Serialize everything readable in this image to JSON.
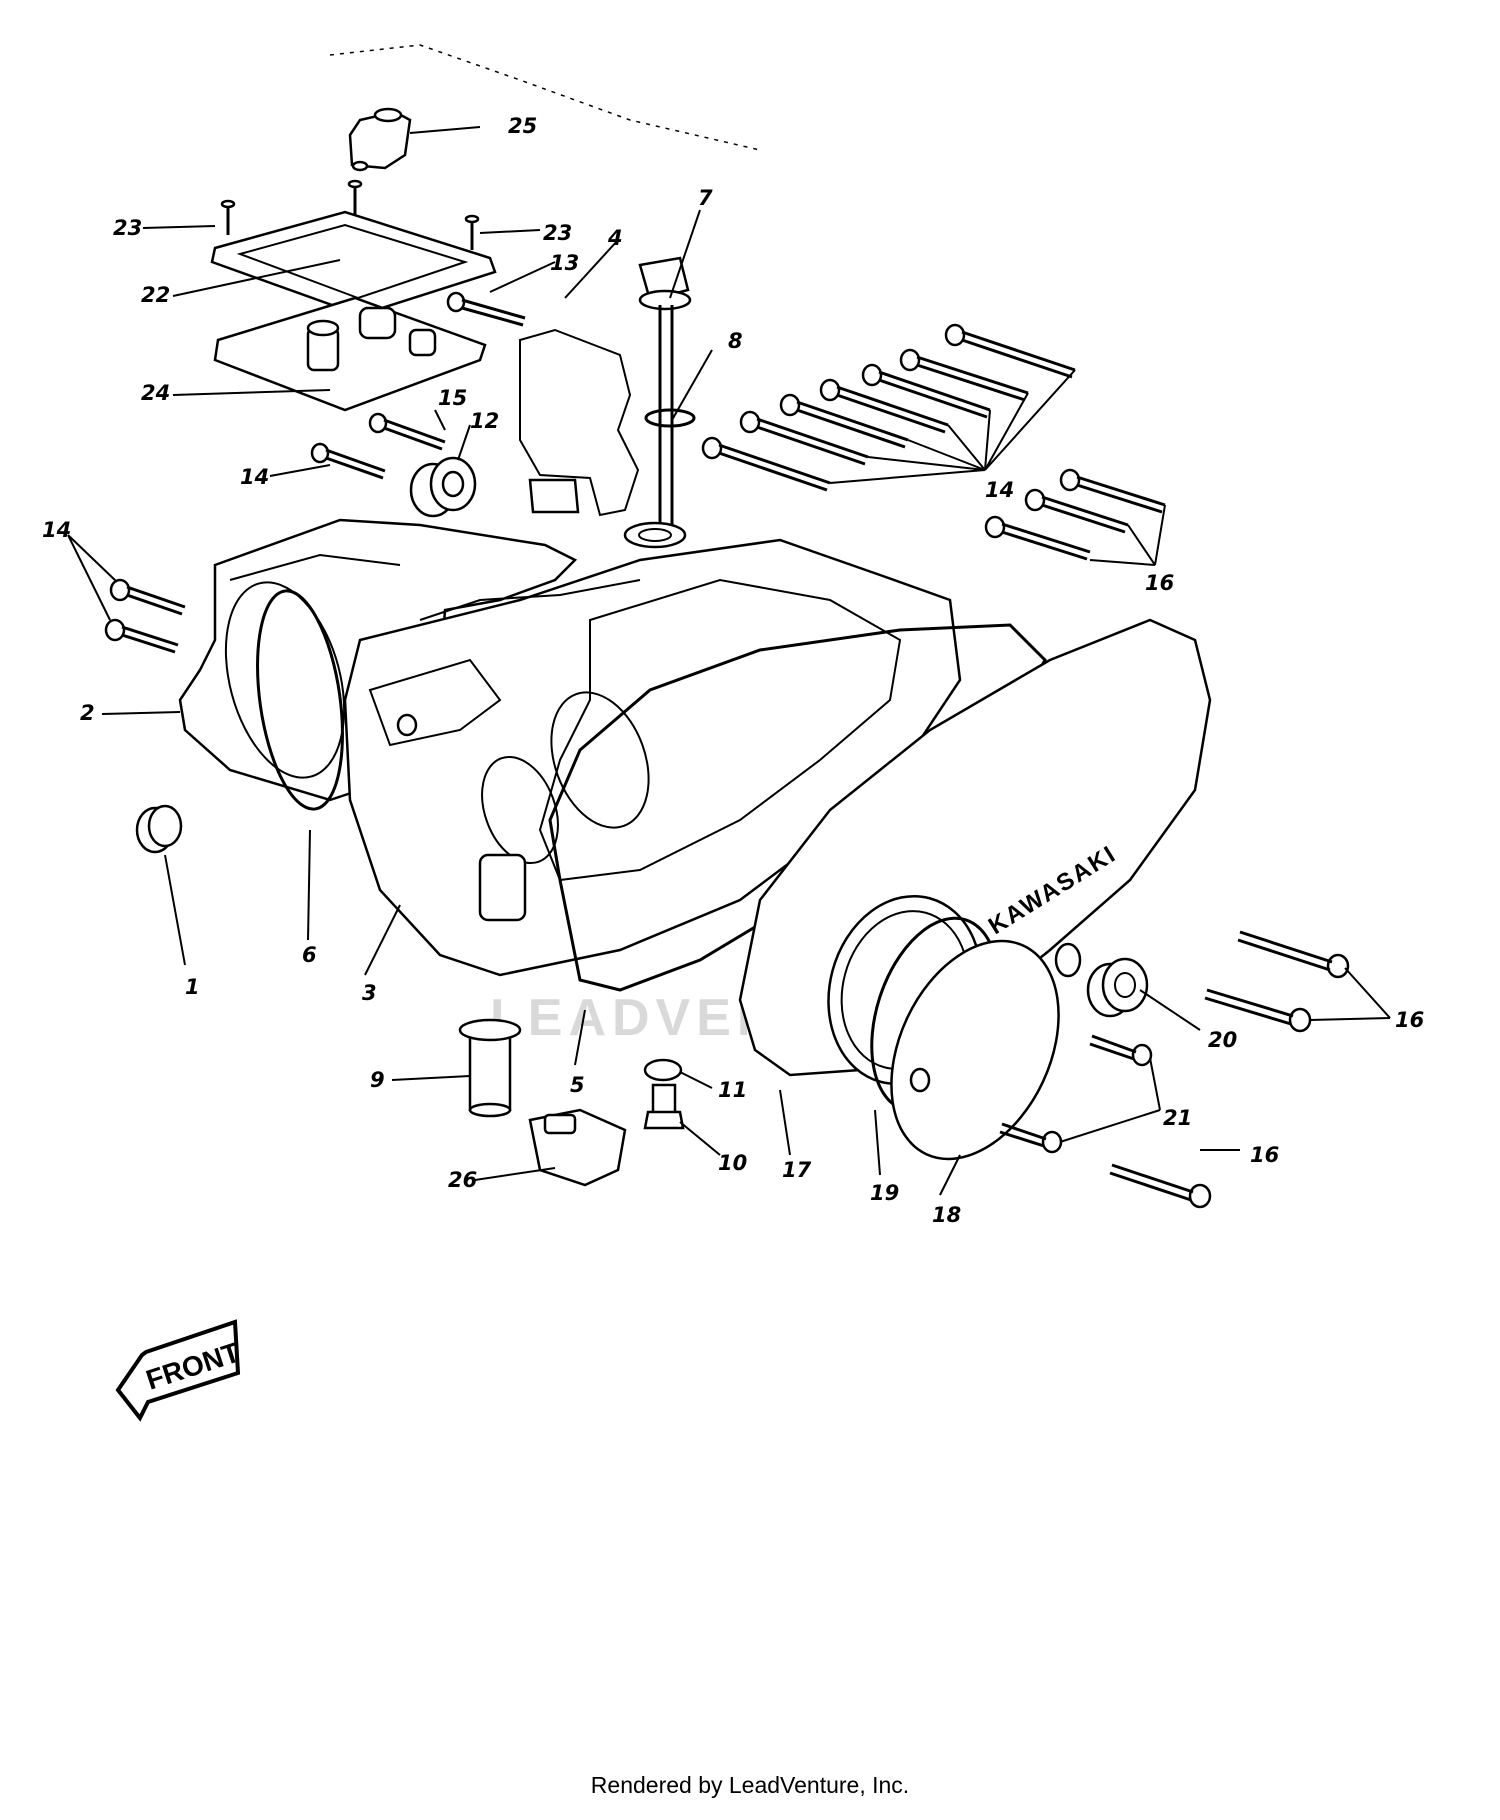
{
  "brand_text": "KAWASAKI",
  "front_label": "FRONT",
  "watermark_text": "LEADVENTURE",
  "footer_text": "Rendered by LeadVenture, Inc.",
  "callouts": [
    {
      "id": "c25",
      "text": "25"
    },
    {
      "id": "c23a",
      "text": "23"
    },
    {
      "id": "c23b",
      "text": "23"
    },
    {
      "id": "c22",
      "text": "22"
    },
    {
      "id": "c13",
      "text": "13"
    },
    {
      "id": "c4",
      "text": "4"
    },
    {
      "id": "c7",
      "text": "7"
    },
    {
      "id": "c8",
      "text": "8"
    },
    {
      "id": "c24",
      "text": "24"
    },
    {
      "id": "c15",
      "text": "15"
    },
    {
      "id": "c12",
      "text": "12"
    },
    {
      "id": "c14a",
      "text": "14"
    },
    {
      "id": "c14b",
      "text": "14"
    },
    {
      "id": "c14c",
      "text": "14"
    },
    {
      "id": "c16a",
      "text": "16"
    },
    {
      "id": "c2",
      "text": "2"
    },
    {
      "id": "c1",
      "text": "1"
    },
    {
      "id": "c6",
      "text": "6"
    },
    {
      "id": "c3",
      "text": "3"
    },
    {
      "id": "c9",
      "text": "9"
    },
    {
      "id": "c5",
      "text": "5"
    },
    {
      "id": "c11",
      "text": "11"
    },
    {
      "id": "c10",
      "text": "10"
    },
    {
      "id": "c26",
      "text": "26"
    },
    {
      "id": "c17",
      "text": "17"
    },
    {
      "id": "c19",
      "text": "19"
    },
    {
      "id": "c18",
      "text": "18"
    },
    {
      "id": "c20",
      "text": "20"
    },
    {
      "id": "c16b",
      "text": "16"
    },
    {
      "id": "c21",
      "text": "21"
    },
    {
      "id": "c16c",
      "text": "16"
    }
  ]
}
